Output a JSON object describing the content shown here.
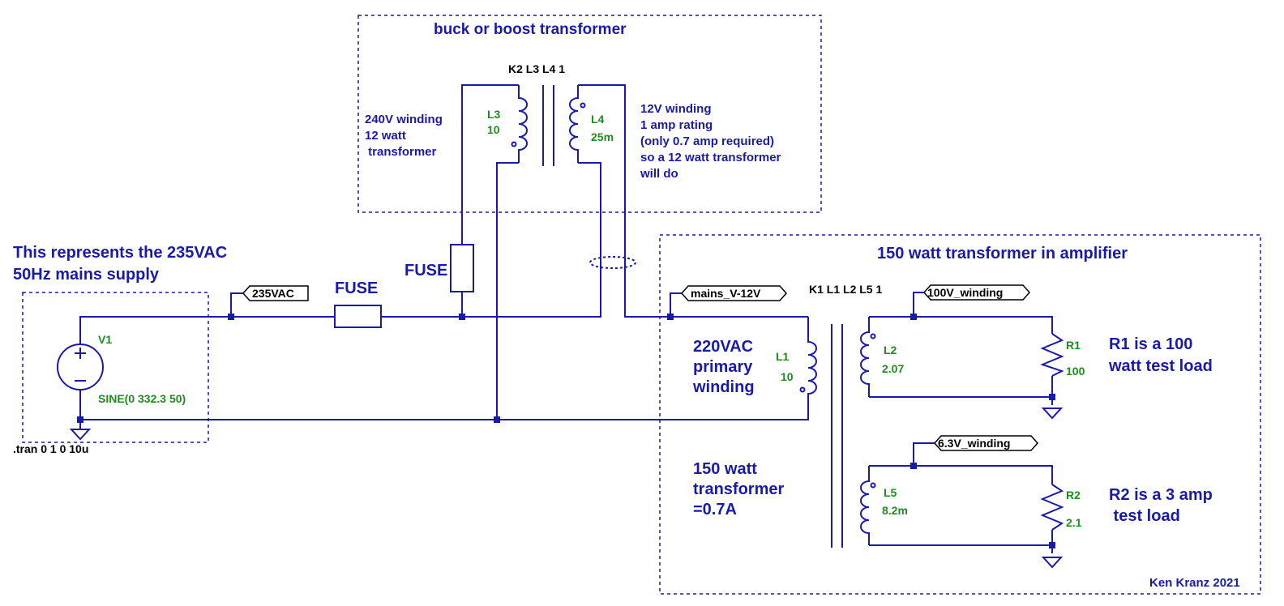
{
  "notes": {
    "buck_boost_title": "buck or boost transformer",
    "winding_240v": [
      "240V winding",
      "12 watt",
      " transformer"
    ],
    "winding_12v": [
      "12V winding",
      "1 amp rating",
      "(only 0.7 amp required)",
      "so a 12 watt transformer",
      "will do"
    ],
    "mains_note": [
      "This represents the 235VAC",
      "50Hz mains supply"
    ],
    "amp_title": "150 watt transformer in amplifier",
    "primary_note": [
      "220VAC",
      "primary",
      "winding"
    ],
    "xfmr_note": [
      "150 watt",
      "transformer",
      "=0.7A"
    ],
    "r1_note": [
      "R1 is a 100",
      "watt test load"
    ],
    "r2_note": [
      "R2 is a 3 amp",
      " test load"
    ],
    "author": "Ken Kranz 2021"
  },
  "directives": {
    "k2": "K2 L3 L4 1",
    "k1": "K1 L1 L2 L5 1",
    "tran": ".tran 0 1 0 10u"
  },
  "labels": {
    "fuse1": "FUSE",
    "fuse2": "FUSE",
    "net_235": "235VAC",
    "net_mains": "mains_V-12V",
    "net_100": "100V_winding",
    "net_63": "6.3V_winding"
  },
  "components": {
    "v1": {
      "name": "V1",
      "value": "SINE(0 332.3 50)"
    },
    "l3": {
      "name": "L3",
      "value": "10"
    },
    "l4": {
      "name": "L4",
      "value": "25m"
    },
    "l1": {
      "name": "L1",
      "value": "10"
    },
    "l2": {
      "name": "L2",
      "value": "2.07"
    },
    "l5": {
      "name": "L5",
      "value": "8.2m"
    },
    "r1": {
      "name": "R1",
      "value": "100"
    },
    "r2": {
      "name": "R2",
      "value": "2.1"
    }
  }
}
